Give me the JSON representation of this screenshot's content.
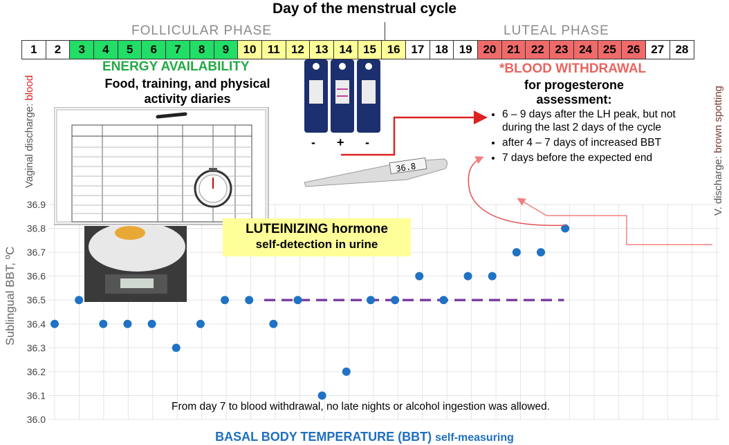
{
  "title": "Day of the menstrual cycle",
  "phases": {
    "follicular": "FOLLICULAR  PHASE",
    "luteal": "LUTEAL  PHASE"
  },
  "days": [
    "1",
    "2",
    "3",
    "4",
    "5",
    "6",
    "7",
    "8",
    "9",
    "10",
    "11",
    "12",
    "13",
    "14",
    "15",
    "16",
    "17",
    "18",
    "19",
    "20",
    "21",
    "22",
    "23",
    "24",
    "25",
    "26",
    "27",
    "28"
  ],
  "day_colors": [
    "#ffffff",
    "#ffffff",
    "#22dd66",
    "#22dd66",
    "#22dd66",
    "#22dd66",
    "#22dd66",
    "#22dd66",
    "#22dd66",
    "#ffff99",
    "#ffff99",
    "#ffff99",
    "#ffff99",
    "#ffff99",
    "#ffff99",
    "#ffff99",
    "#ffffff",
    "#ffffff",
    "#ffffff",
    "#f06a6a",
    "#f06a6a",
    "#f06a6a",
    "#f06a6a",
    "#f06a6a",
    "#f06a6a",
    "#f06a6a",
    "#ffffff",
    "#ffffff"
  ],
  "energy": {
    "heading": "ENERGY AVAILABILITY",
    "sub1": "Food, training, and physical",
    "sub2": "activity diaries"
  },
  "blood": {
    "heading": "*BLOOD WITHDRAWAL",
    "sub1": "for progesterone",
    "sub2": "assessment:",
    "bullets": [
      "6 – 9 days after the LH peak, but not during the last 2 days of the cycle",
      "after 4 – 7 days of increased BBT",
      "7 days before the expected end"
    ]
  },
  "lh": {
    "line1": "LUTEINIZING hormone",
    "line2": "self-detection in urine"
  },
  "test_signs": [
    "-",
    "+",
    "-"
  ],
  "thermometer_display": "36.8",
  "note": "From day 7 to blood withdrawal, no late nights or alcohol ingestion was allowed.",
  "footer": {
    "main": "BASAL BODY TEMPERATURE (BBT)",
    "small": "self-measuring"
  },
  "left_vertical": {
    "prefix": "Vaginal discharge: ",
    "value": "blood"
  },
  "right_vertical": {
    "prefix": "V. discharge: ",
    "value": "brown spotting"
  },
  "colors": {
    "point": "#1f72c4",
    "dash": "#7b3fa0",
    "red_arrow": "#dd2222",
    "pink_arrow": "#f08080"
  },
  "chart_data": {
    "type": "scatter",
    "ylabel": "Sublingual BBT, ºC",
    "ylim": [
      36.0,
      36.9
    ],
    "yticks": [
      "36.0",
      "36.1",
      "36.2",
      "36.3",
      "36.4",
      "36.5",
      "36.6",
      "36.7",
      "36.8",
      "36.9"
    ],
    "grid": true,
    "series": [
      {
        "x": [
          1,
          2,
          3,
          4,
          5,
          6,
          7,
          8,
          9,
          10,
          11,
          12,
          13,
          14,
          15,
          16,
          17,
          18,
          19,
          20,
          21,
          22
        ],
        "y": [
          36.4,
          36.5,
          36.4,
          36.4,
          36.4,
          36.3,
          36.4,
          36.5,
          36.5,
          36.4,
          36.5,
          36.1,
          36.2,
          36.5,
          36.5,
          36.6,
          36.5,
          36.6,
          36.6,
          36.7,
          36.7,
          36.8
        ]
      }
    ],
    "reference_line": {
      "y": 36.5,
      "x_from": 10,
      "x_to": 22
    }
  }
}
